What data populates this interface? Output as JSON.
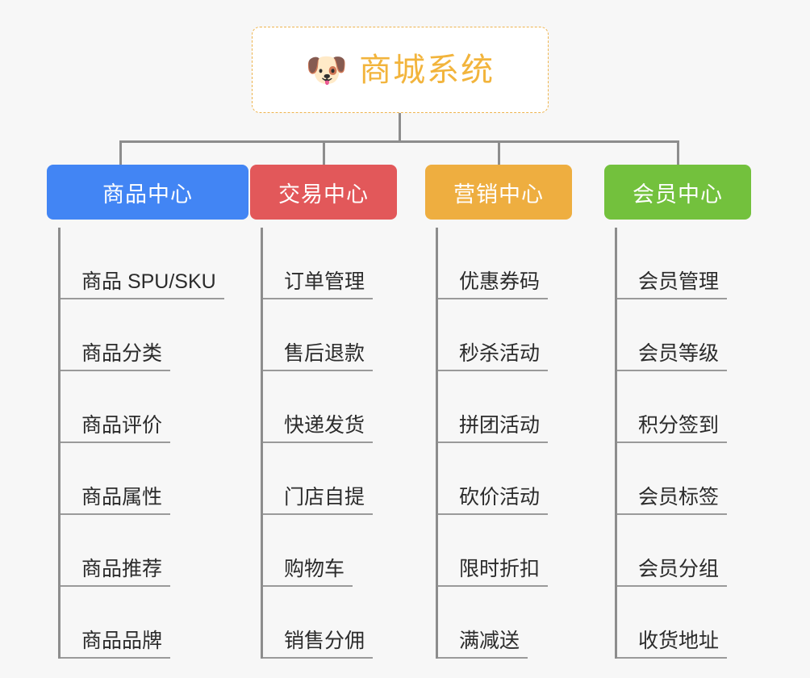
{
  "page": {
    "background_color": "#f7f7f7",
    "diagram_type": "organization-tree",
    "connector_color": "#8d8d8d"
  },
  "root": {
    "icon": "dog-face-icon",
    "icon_glyph": "🐶",
    "title": "商城系统",
    "text_color": "#f2b43c",
    "border_color": "#eeb44f",
    "border_style": "dashed",
    "background_color": "#ffffff"
  },
  "categories": [
    {
      "id": "product-center",
      "label": "商品中心",
      "color": "#4285f4",
      "items": [
        {
          "label": "商品 SPU/SKU"
        },
        {
          "label": "商品分类"
        },
        {
          "label": "商品评价"
        },
        {
          "label": "商品属性"
        },
        {
          "label": "商品推荐"
        },
        {
          "label": "商品品牌"
        }
      ]
    },
    {
      "id": "trade-center",
      "label": "交易中心",
      "color": "#e2585a",
      "items": [
        {
          "label": "订单管理"
        },
        {
          "label": "售后退款"
        },
        {
          "label": "快递发货"
        },
        {
          "label": "门店自提"
        },
        {
          "label": "购物车"
        },
        {
          "label": "销售分佣"
        }
      ]
    },
    {
      "id": "marketing-center",
      "label": "营销中心",
      "color": "#eeae40",
      "items": [
        {
          "label": "优惠券码"
        },
        {
          "label": "秒杀活动"
        },
        {
          "label": "拼团活动"
        },
        {
          "label": "砍价活动"
        },
        {
          "label": "限时折扣"
        },
        {
          "label": "满减送"
        }
      ]
    },
    {
      "id": "member-center",
      "label": "会员中心",
      "color": "#73c13d",
      "items": [
        {
          "label": "会员管理"
        },
        {
          "label": "会员等级"
        },
        {
          "label": "积分签到"
        },
        {
          "label": "会员标签"
        },
        {
          "label": "会员分组"
        },
        {
          "label": "收货地址"
        }
      ]
    }
  ]
}
